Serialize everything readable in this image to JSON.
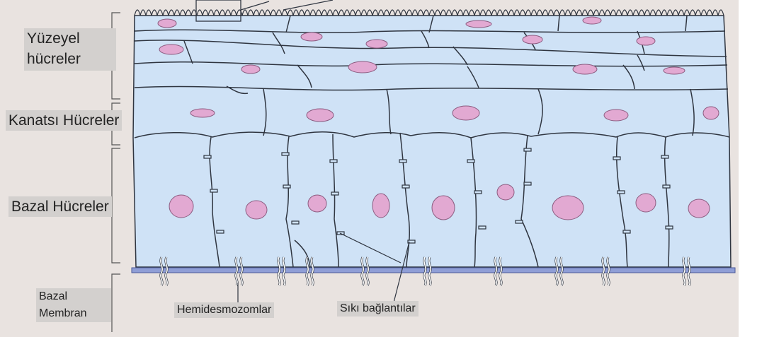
{
  "labels": {
    "superficial": "Yüzeyel\nhücreler",
    "wing": "Kanatsı Hücreler",
    "basal": "Bazal Hücreler",
    "membrane": "Bazal\nMembran",
    "hemidesmosomes": "Hemidesmozomlar",
    "tight_junctions": "Sıkı bağlantılar"
  },
  "colors": {
    "background": "#e9e3e0",
    "cell_fill": "#cfe2f6",
    "cell_outline": "#2f3540",
    "nucleus": "#e2a9d2",
    "membrane": "#8f9ed6",
    "label_bg": "#d3d0ce"
  }
}
